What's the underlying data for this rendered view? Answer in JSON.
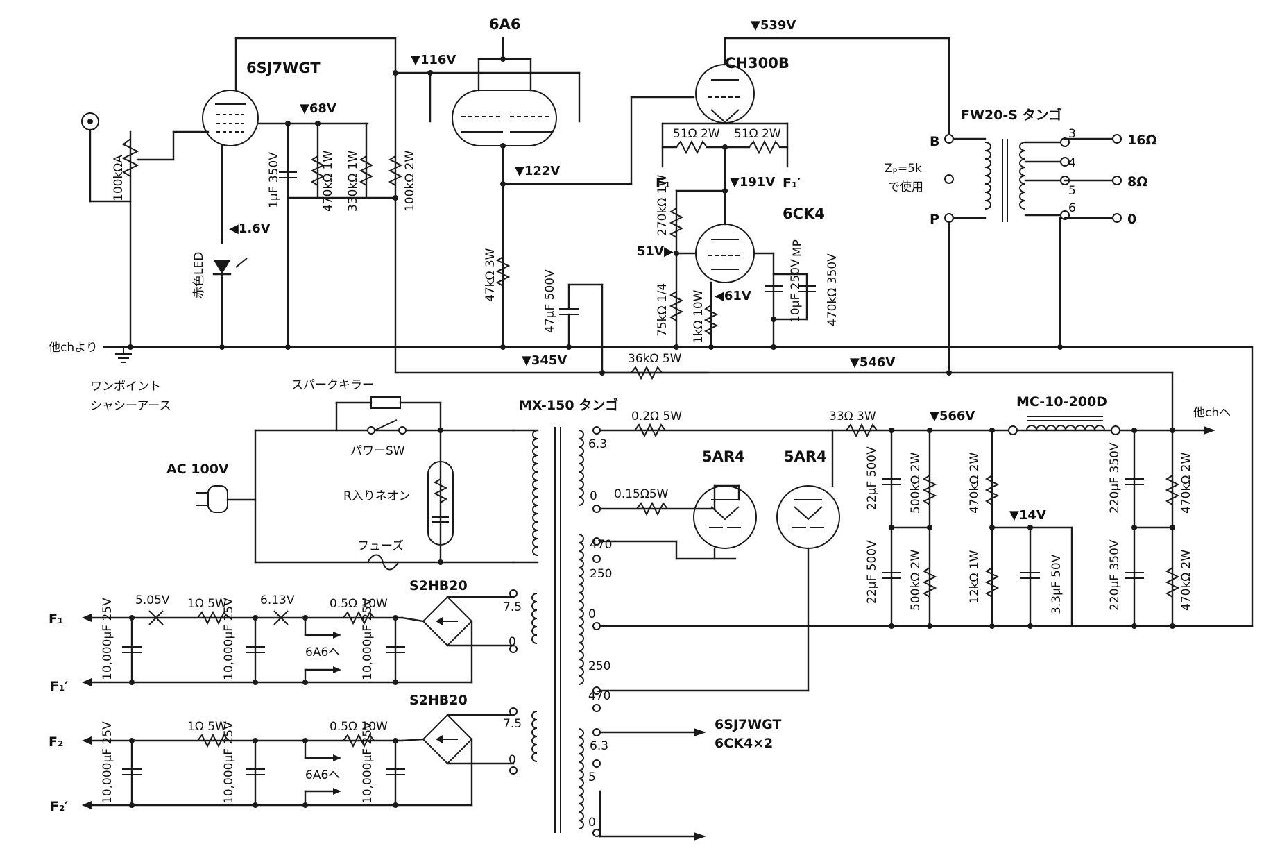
{
  "tubes": {
    "t6sj7": "6SJ7WGT",
    "t6a6": "6A6",
    "tch300b": "CH300B",
    "t6ck4": "6CK4",
    "t5ar4a": "5AR4",
    "t5ar4b": "5AR4"
  },
  "voltages": {
    "v539": "▼539V",
    "v116": "▼116V",
    "v68": "▼68V",
    "v122": "▼122V",
    "v191": "▼191V",
    "v16": "◀1.6V",
    "v51": "51V▶",
    "v61": "◀61V",
    "v345": "▼345V",
    "v546": "▼546V",
    "v566": "▼566V",
    "v14": "▼14V",
    "v505": "5.05V",
    "v613": "6.13V"
  },
  "parts": {
    "vol": "100kΩA",
    "c1uf": "1μF 350V",
    "r470k1w": "470kΩ 1W",
    "r330k1w": "330kΩ 1W",
    "r100k2w": "100kΩ 2W",
    "led": "赤色LED",
    "r47k3w": "47kΩ 3W",
    "c47uf": "47μF 500V",
    "r51a": "51Ω 2W",
    "r51b": "51Ω 2W",
    "r270k": "270kΩ 1W",
    "r75k": "75kΩ 1/4",
    "r1k": "1kΩ 10W",
    "c10uf": "10μF 250V",
    "mp": "MP",
    "r470k350": "470kΩ 350V",
    "r36k": "36kΩ 5W",
    "r02": "0.2Ω 5W",
    "r015": "0.15Ω5W",
    "r33": "33Ω 3W",
    "c22a": "22μF 500V",
    "c22b": "22μF 500V",
    "r500ka": "500kΩ 2W",
    "r500kb": "500kΩ 2W",
    "r470k2wa": "470kΩ 2W",
    "r12k": "12kΩ 1W",
    "c33": "3.3μF 50V",
    "c220a": "220μF 350V",
    "c220b": "220μF 350V",
    "r470k2wb": "470kΩ 2W",
    "r470k2wc": "470kΩ 2W",
    "choke": "MC-10-200D",
    "s2hb20a": "S2HB20",
    "s2hb20b": "S2HB20",
    "r1a": "1Ω 5W",
    "r1b": "1Ω 5W",
    "r05a": "0.5Ω 10W",
    "r05b": "0.5Ω 10W",
    "c10ka": "10,000μF 25V",
    "c10kb": "10,000μF 25V",
    "c10kc": "10,000μF 25V",
    "c10kd": "10,000μF 25V",
    "c10ke": "10,000μF 25V",
    "c10kf": "10,000μF 25V",
    "to6a6a": "6A6へ",
    "to6a6b": "6A6へ"
  },
  "transformer": {
    "out_name": "FW20-S タンゴ",
    "b": "B",
    "p": "P",
    "zp1": "Zₚ=5k",
    "zp2": "で使用",
    "t3": "3",
    "t4": "4",
    "t5": "5",
    "t6": "6",
    "o16": "16Ω",
    "o8": "8Ω",
    "o0": "0",
    "power_name": "MX-150 タンゴ",
    "s63": "6.3",
    "s0a": "0",
    "s470a": "470",
    "s250a": "250",
    "s0b": "0",
    "s250b": "250",
    "s470b": "470",
    "s75a": "7.5",
    "s0c": "0",
    "s75b": "7.5",
    "s0d": "0",
    "s63b": "6.3",
    "s5": "5",
    "s0e": "0"
  },
  "labels": {
    "from_other": "他chより",
    "ground1": "ワンポイント",
    "ground2": "シャシーアース",
    "to_other": "他chへ",
    "spark": "スパークキラー",
    "power_sw": "パワーSW",
    "neon": "R入りネオン",
    "fuse": "フューズ",
    "ac": "AC 100V",
    "f1": "F₁",
    "f1p": "F₁′",
    "f2": "F₂",
    "f2p": "F₂′",
    "ff1": "F₁",
    "ff1p": "F₁′",
    "heater_to1": "6SJ7WGT",
    "heater_to2": "6CK4×2"
  }
}
